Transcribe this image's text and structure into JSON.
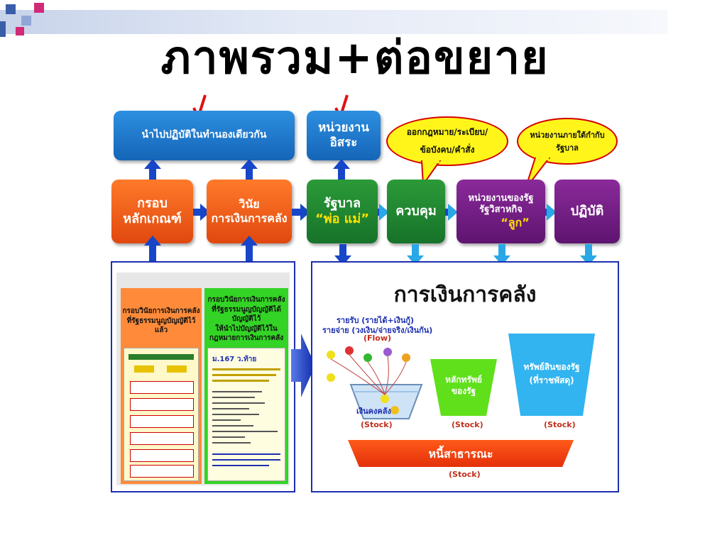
{
  "slide": {
    "title": "ภาพรวม+ต่อขยาย"
  },
  "top_boxes": {
    "implement_together": "นำไปปฏิบัติในทำนองเดียวกัน",
    "independent_line1": "หน่วยงาน",
    "independent_line2": "อิสระ"
  },
  "bubbles": {
    "law_line1": "ออกกฎหมาย/ระเบียบ/",
    "law_line2": "ข้อบังคบ/คำสั่ง",
    "gov_units_line1": "หน่วยงานภายใต้กำกับ",
    "gov_units_line2": "รัฐบาล"
  },
  "flow": {
    "framework_line1": "กรอบ",
    "framework_line2": "หลักเกณฑ์",
    "discipline_line1": "วินัย",
    "discipline_line2": "การเงินการคลัง",
    "government": "รัฐบาล",
    "government_note": "“พ่อ แม่”",
    "control": "ควบคุม",
    "state_units_line1": "หน่วยงานของรัฐ",
    "state_units_line2": "รัฐวิสาหกิจ",
    "state_units_note": "“ลูก”",
    "practice": "ปฏิบัติ"
  },
  "left_panel": {
    "orange_text_line1": "กรอบวินัยการเงินการคลัง",
    "orange_text_line2": "ที่รัฐธรรมนูญบัญญัติไว้แล้ว",
    "green_text_line1": "กรอบวินัยการเงินการคลัง",
    "green_text_line2": "ที่รัฐธรรมนูญบัญญัติได้บัญญัติไว้",
    "green_text_line3": "ให้นำไปบัญญัติไว้ใน",
    "green_text_line4": "กฎหมายการเงินการคลัง",
    "section_label": "ม.167 ว.ท้าย"
  },
  "right_panel": {
    "title": "การเงินการคลัง",
    "revenue_label": "รายรับ  (รายได้+เงินกู้)",
    "expense_label": "รายจ่าย (วงเงิน/จ่ายจริง/เงินกัน)",
    "flow_label": "(Flow)",
    "treasury_cash": "เงินคงคลัง",
    "securities_line1": "หลักทรัพย์",
    "securities_line2": "ของรัฐ",
    "assets_line1": "ทรัพย์สินของรัฐ",
    "assets_line2": "(ที่ราชพัสดุ)",
    "public_debt": "หนี้สาธารณะ",
    "stock_1": "(Stock)",
    "stock_2": "(Stock)",
    "stock_3": "(Stock)",
    "stock_4": "(Stock)"
  },
  "colors": {
    "blue": "#1565b8",
    "orange": "#e0480e",
    "green": "#17732a",
    "purple": "#5e1470",
    "bubble_yellow": "#fff51a",
    "panel_border": "#1d2fb0"
  }
}
